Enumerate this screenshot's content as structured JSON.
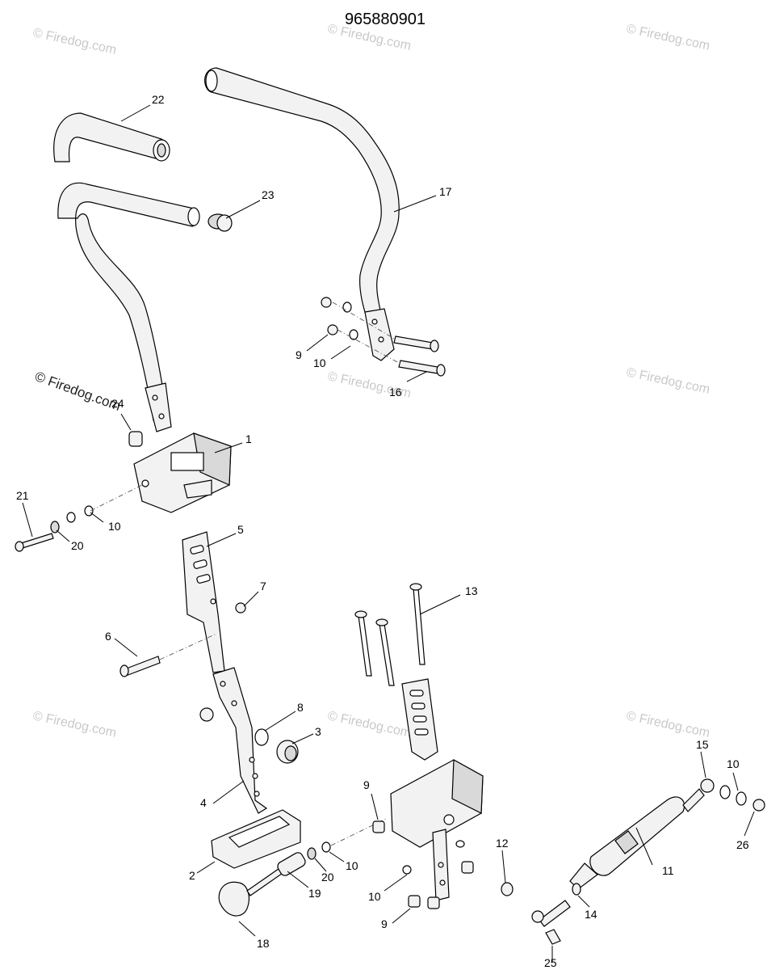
{
  "diagram": {
    "title": "965880901",
    "watermark": "© Firedog.com",
    "callouts": {
      "c22": "22",
      "c23": "23",
      "c17": "17",
      "c9a": "9",
      "c10a": "10",
      "c16": "16",
      "c24": "24",
      "c1": "1",
      "c21": "21",
      "c20a": "20",
      "c10b": "10",
      "c5": "5",
      "c7": "7",
      "c6": "6",
      "c13": "13",
      "c8": "8",
      "c3": "3",
      "c4": "4",
      "c9b": "9",
      "c2": "2",
      "c20b": "20",
      "c10c": "10",
      "c19": "19",
      "c18": "18",
      "c10d": "10",
      "c9c": "9",
      "c12": "12",
      "c15": "15",
      "c10e": "10",
      "c26": "26",
      "c11": "11",
      "c14": "14",
      "c25": "25"
    }
  }
}
